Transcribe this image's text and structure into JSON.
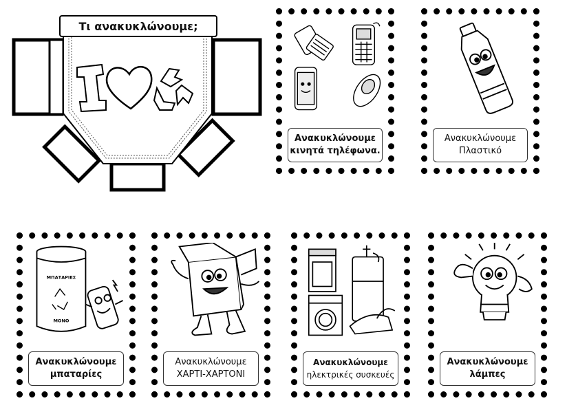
{
  "pocket": {
    "title": "Τι ανακυκλώνουμε;"
  },
  "cards": [
    {
      "line1": "Ανακυκλώνουμε",
      "line2": "κινητά τηλέφωνα."
    },
    {
      "line1": "Ανακυκλώνουμε",
      "line2": "Πλαστικό"
    },
    {
      "line1": "Ανακυκλώνουμε",
      "line2": "μπαταρίες",
      "bin_label_top": "ΜΠΑΤΑΡΙΕΣ",
      "bin_label_bottom": "ΜΟΝΟ"
    },
    {
      "line1": "Ανακυκλώνουμε",
      "line2": "ΧΑΡΤΙ-ΧΑΡΤΟΝΙ"
    },
    {
      "line1": "Ανακυκλώνουμε",
      "line2": "ηλεκτρικές συσκευές"
    },
    {
      "line1": "Ανακυκλώνουμε",
      "line2": "λάμπες"
    }
  ],
  "icons": {
    "heart": "heart-icon",
    "recycle": "recycle-icon",
    "phones": "mobile-phones-icon",
    "bottle": "plastic-bottle-icon",
    "battery": "battery-bin-icon",
    "box": "cardboard-box-icon",
    "appliances": "appliances-icon",
    "bulb": "light-bulb-icon"
  }
}
